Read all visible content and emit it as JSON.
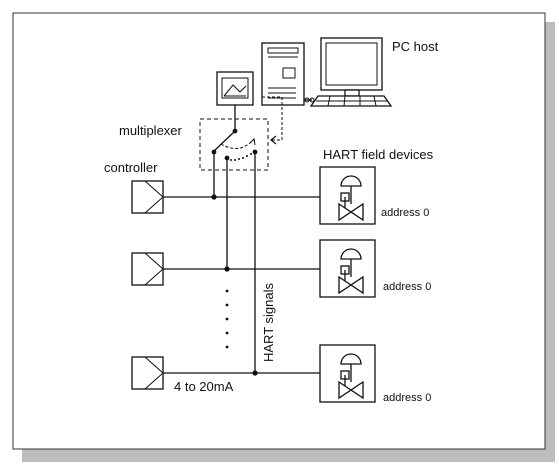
{
  "labels": {
    "pc_host": "PC host",
    "multiplexer": "multiplexer",
    "controller": "controller",
    "hart_field_devices": "HART field devices",
    "hart_signals": "HART signals",
    "current_range": "4 to 20mA"
  },
  "devices": [
    {
      "address": "address 0"
    },
    {
      "address": "address 0"
    },
    {
      "address": "address 0"
    }
  ],
  "colors": {
    "line": "#111111",
    "shadow": "#bdbdbd",
    "frame": "#333333"
  }
}
